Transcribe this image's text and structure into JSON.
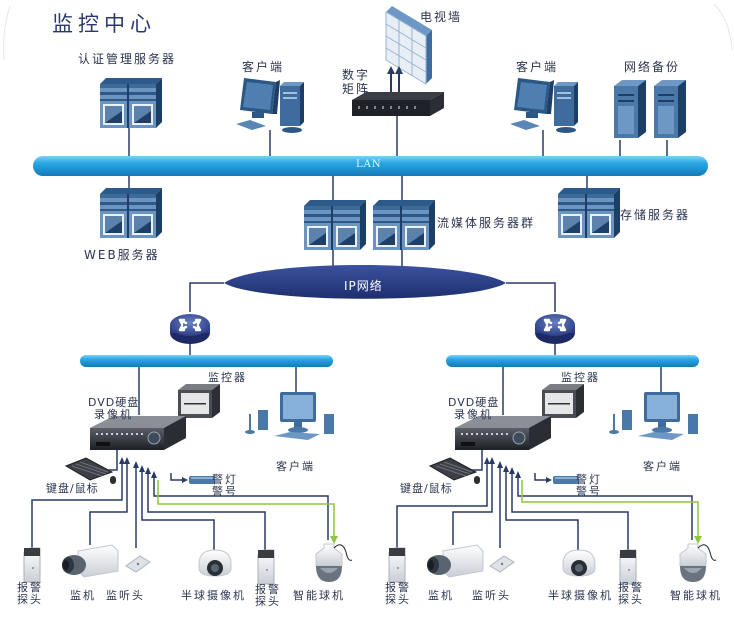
{
  "title": "监控中心",
  "colors": {
    "bus": "#1f9ad8",
    "bus_highlight": "#7fd0f5",
    "server": "#1f4a78",
    "server_light": "#5e8fc0",
    "ip_cloud": "#2a3f85",
    "wire": "#2a3a66",
    "green_wire": "#8dc63f"
  },
  "center": {
    "auth_server": "认证管理服务器",
    "client_left": "客户端",
    "tv_wall": "电视墙",
    "matrix": [
      "数字",
      "矩阵"
    ],
    "client_right": "客户端",
    "backup": "网络备份",
    "lan": "LAN",
    "web_server": "WEB服务器",
    "streaming_servers": "流媒体服务器群",
    "storage_server": "存储服务器",
    "ip_network": "IP网络"
  },
  "sites": [
    {
      "monitor": "监控器",
      "dvr": [
        "DVD硬盘",
        "录像机"
      ],
      "client": "客户端",
      "keyboard": "键盘/鼠标",
      "alarm_light": [
        "警灯",
        "警号"
      ],
      "devices": [
        {
          "label": [
            "报警",
            "探头"
          ],
          "icon": "alarm-sensor-icon"
        },
        {
          "label": [
            "监机"
          ],
          "icon": "box-camera-icon"
        },
        {
          "label": [
            "监听头"
          ],
          "icon": "microphone-pickup-icon"
        },
        {
          "label": [
            "半球摄像机"
          ],
          "icon": "dome-camera-icon"
        },
        {
          "label": [
            "报警",
            "探头"
          ],
          "icon": "alarm-sensor-icon"
        },
        {
          "label": [
            "智能球机"
          ],
          "icon": "speed-dome-camera-icon"
        }
      ]
    },
    {
      "monitor": "监控器",
      "dvr": [
        "DVD硬盘",
        "录像机"
      ],
      "client": "客户端",
      "keyboard": "键盘/鼠标",
      "alarm_light": [
        "警灯",
        "警号"
      ],
      "devices": [
        {
          "label": [
            "报警",
            "探头"
          ],
          "icon": "alarm-sensor-icon"
        },
        {
          "label": [
            "监机"
          ],
          "icon": "box-camera-icon"
        },
        {
          "label": [
            "监听头"
          ],
          "icon": "microphone-pickup-icon"
        },
        {
          "label": [
            "半球摄像机"
          ],
          "icon": "dome-camera-icon"
        },
        {
          "label": [
            "报警",
            "探头"
          ],
          "icon": "alarm-sensor-icon"
        },
        {
          "label": [
            "智能球机"
          ],
          "icon": "speed-dome-camera-icon"
        }
      ]
    }
  ]
}
